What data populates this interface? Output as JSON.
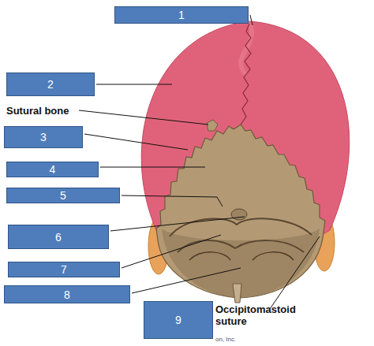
{
  "diagram": {
    "nodes": [
      {
        "text": [
          "1"
        ]
      },
      {
        "text": [
          "2"
        ]
      },
      {
        "text": [
          "3"
        ]
      },
      {
        "text": [
          "4"
        ]
      },
      {
        "text": [
          "5"
        ]
      },
      {
        "text": [
          "6"
        ]
      },
      {
        "text": [
          "7"
        ]
      },
      {
        "text": [
          "8"
        ]
      },
      {
        "text": [
          "9"
        ]
      }
    ],
    "labels": [
      "Sutural bone",
      "Occipitomastoid suture",
      "on, Inc."
    ]
  }
}
